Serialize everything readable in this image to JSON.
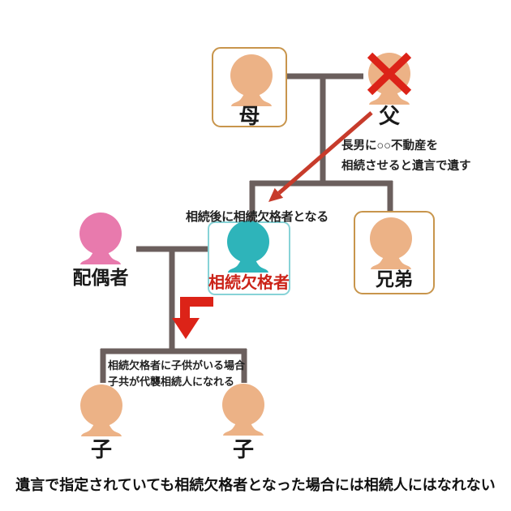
{
  "caption": "遺言で指定されていても相続欠格者となった場合には相続人にはなれない",
  "colors": {
    "skin": "#ecb286",
    "pink": "#e87aad",
    "teal": "#2eb4ba",
    "line": "#6b5f5d",
    "red": "#dc2318",
    "arrow_red": "#c73b2b",
    "label_red": "#cb2318",
    "orange_border": "#c8954c",
    "teal_border": "#87d3d7",
    "box_fill": "#ffffff"
  },
  "nodes": {
    "mother": "母",
    "father": "父",
    "spouse": "配偶者",
    "disqualified": "相続欠格者",
    "sibling": "兄弟",
    "child_left": "子",
    "child_right": "子"
  },
  "notes": {
    "will": "長男に○○不動産を\n相続させると遺言で遺す",
    "after": "相続後に相続欠格者となる",
    "substitute": "相続欠格者に子供がいる場合\n子共が代襲相続人になれる"
  }
}
